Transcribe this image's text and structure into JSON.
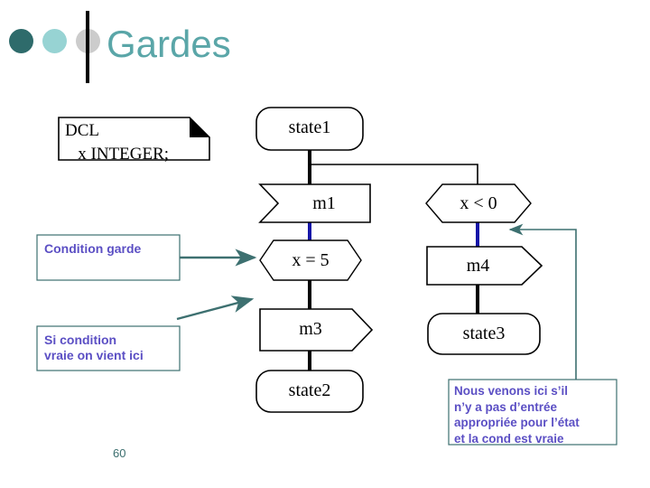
{
  "slide": {
    "title": "Gardes",
    "page_number": "60",
    "title_color": "#5aa6a8",
    "accent_dark": "#2e6b6b",
    "accent_light": "#97d3d3",
    "accent_gray": "#cccccc",
    "annotation_color": "#5b4fc4",
    "connector_black": "#000000",
    "connector_blue": "#1515a8",
    "arrow_teal": "#3d7070"
  },
  "decor_dots": [
    {
      "name": "dot-dark",
      "color": "#2e6b6b"
    },
    {
      "name": "dot-light",
      "color": "#97d3d3"
    },
    {
      "name": "dot-gray",
      "color": "#cccccc"
    }
  ],
  "diagram": {
    "type": "sdl-process-diagram",
    "declaration_block": {
      "line1": "DCL",
      "line2": "   x INTEGER;"
    },
    "nodes": [
      {
        "id": "state1",
        "label": "state1",
        "shape": "state",
        "column": "middle"
      },
      {
        "id": "m1",
        "label": "m1",
        "shape": "input",
        "column": "middle"
      },
      {
        "id": "x5",
        "label": "x = 5",
        "shape": "task",
        "column": "middle"
      },
      {
        "id": "m3",
        "label": "m3",
        "shape": "output",
        "column": "middle"
      },
      {
        "id": "state2",
        "label": "state2",
        "shape": "state",
        "column": "middle"
      },
      {
        "id": "xlt0",
        "label": "x < 0",
        "shape": "guard",
        "column": "right"
      },
      {
        "id": "m4",
        "label": "m4",
        "shape": "output",
        "column": "right"
      },
      {
        "id": "state3",
        "label": "state3",
        "shape": "state",
        "column": "right"
      }
    ],
    "edges": [
      {
        "from": "state1",
        "to": "m1",
        "color": "#000000"
      },
      {
        "from": "state1",
        "to": "xlt0",
        "color": "#000000"
      },
      {
        "from": "m1",
        "to": "x5",
        "color": "#1515a8"
      },
      {
        "from": "x5",
        "to": "m3",
        "color": "#000000"
      },
      {
        "from": "m3",
        "to": "state2",
        "color": "#000000"
      },
      {
        "from": "xlt0",
        "to": "m4",
        "color": "#1515a8"
      },
      {
        "from": "m4",
        "to": "state3",
        "color": "#000000"
      }
    ]
  },
  "annotations": [
    {
      "id": "condition-garde",
      "text": "Condition garde",
      "points_to": "x5",
      "arrow": "horizontal-right"
    },
    {
      "id": "si-condition",
      "line1": "Si condition",
      "line2": "vraie on vient ici",
      "points_to": "m3",
      "arrow": "diagonal-up-right"
    },
    {
      "id": "nous-venons",
      "line1": "Nous venons ici s’il",
      "line2": "n’y a pas d’entrée",
      "line3": "appropriée pour l’état",
      "line4": "et la cond est vraie",
      "points_to": "xlt0",
      "arrow": "up-then-left"
    }
  ]
}
